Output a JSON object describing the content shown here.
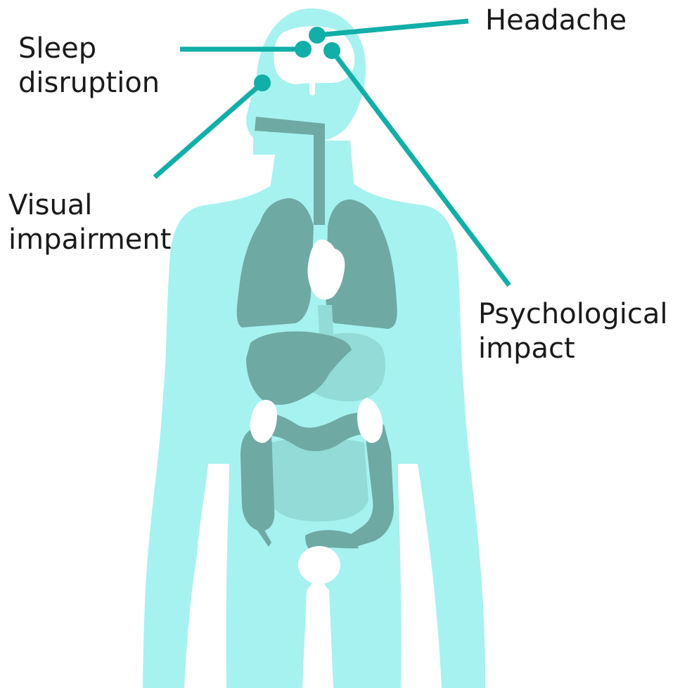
{
  "labels": {
    "sleep": [
      "Sleep",
      "disruption"
    ],
    "headache": [
      "Headache"
    ],
    "visual": [
      "Visual",
      "impairment"
    ],
    "psych": [
      "Psychological",
      "impact"
    ]
  },
  "colors": {
    "body": "#a6f2f0",
    "organ_dark": "#6fa9a4",
    "organ_light": "#92dbd6",
    "callout": "#12aea8",
    "highlight": "#ffffff",
    "text": "#1a1a1a"
  }
}
